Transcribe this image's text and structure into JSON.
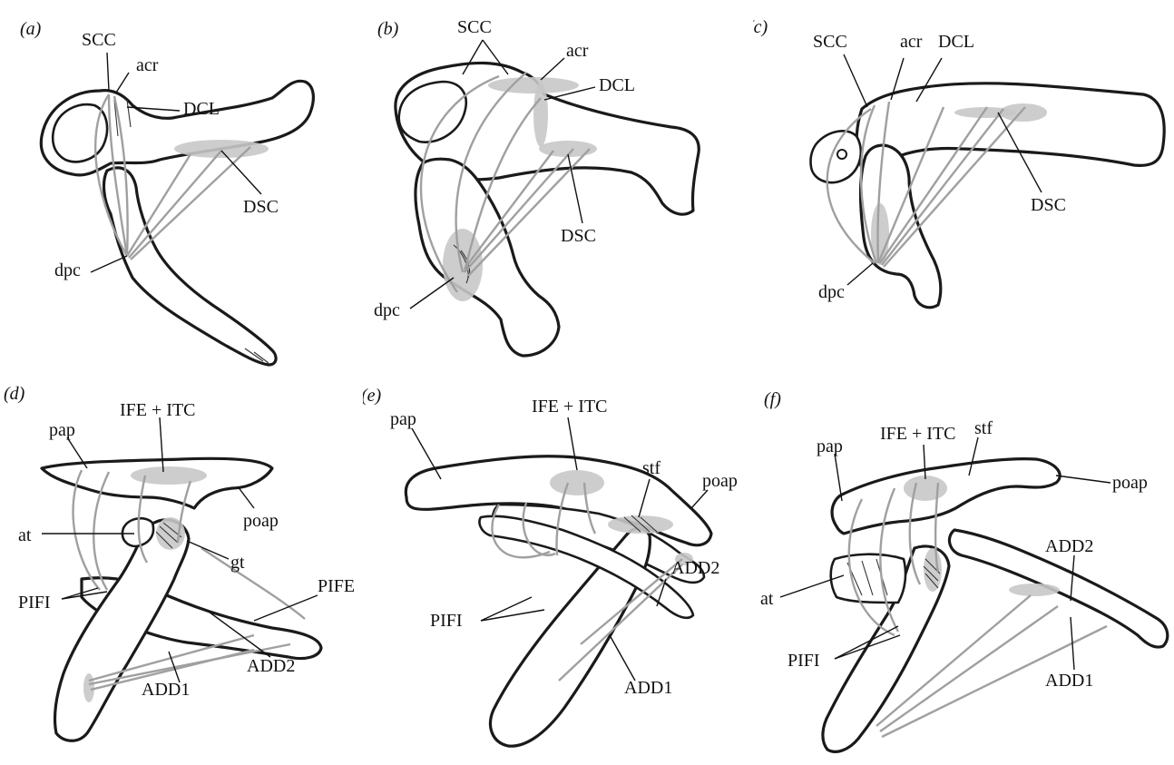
{
  "panels": [
    {
      "id": "a",
      "tag": "(a)",
      "labels": {
        "scc": "SCC",
        "acr": "acr",
        "dcl": "DCL",
        "dsc": "DSC",
        "dpc": "dpc"
      }
    },
    {
      "id": "b",
      "tag": "(b)",
      "labels": {
        "scc": "SCC",
        "acr": "acr",
        "dcl": "DCL",
        "dsc": "DSC",
        "dpc": "dpc"
      }
    },
    {
      "id": "c",
      "tag": "(c)",
      "labels": {
        "scc": "SCC",
        "acr": "acr",
        "dcl": "DCL",
        "dsc": "DSC",
        "dpc": "dpc"
      }
    },
    {
      "id": "d",
      "tag": "(d)",
      "labels": {
        "pap": "pap",
        "ife_itc": "IFE + ITC",
        "at": "at",
        "gt": "gt",
        "poap": "poap",
        "pifi": "PIFI",
        "pife": "PIFE",
        "add1": "ADD1",
        "add2": "ADD2"
      }
    },
    {
      "id": "e",
      "tag": "(e)",
      "labels": {
        "pap": "pap",
        "ife_itc": "IFE + ITC",
        "stf": "stf",
        "poap": "poap",
        "pifi": "PIFI",
        "add1": "ADD1",
        "add2": "ADD2"
      }
    },
    {
      "id": "f",
      "tag": "(f)",
      "labels": {
        "pap": "pap",
        "ife_itc": "IFE + ITC",
        "stf": "stf",
        "poap": "poap",
        "at": "at",
        "pifi": "PIFI",
        "add1": "ADD1",
        "add2": "ADD2"
      }
    }
  ],
  "colors": {
    "outline": "#1a1a1a",
    "muscle_line": "#a0a0a0",
    "attachment_area": "#c8c8c8"
  }
}
